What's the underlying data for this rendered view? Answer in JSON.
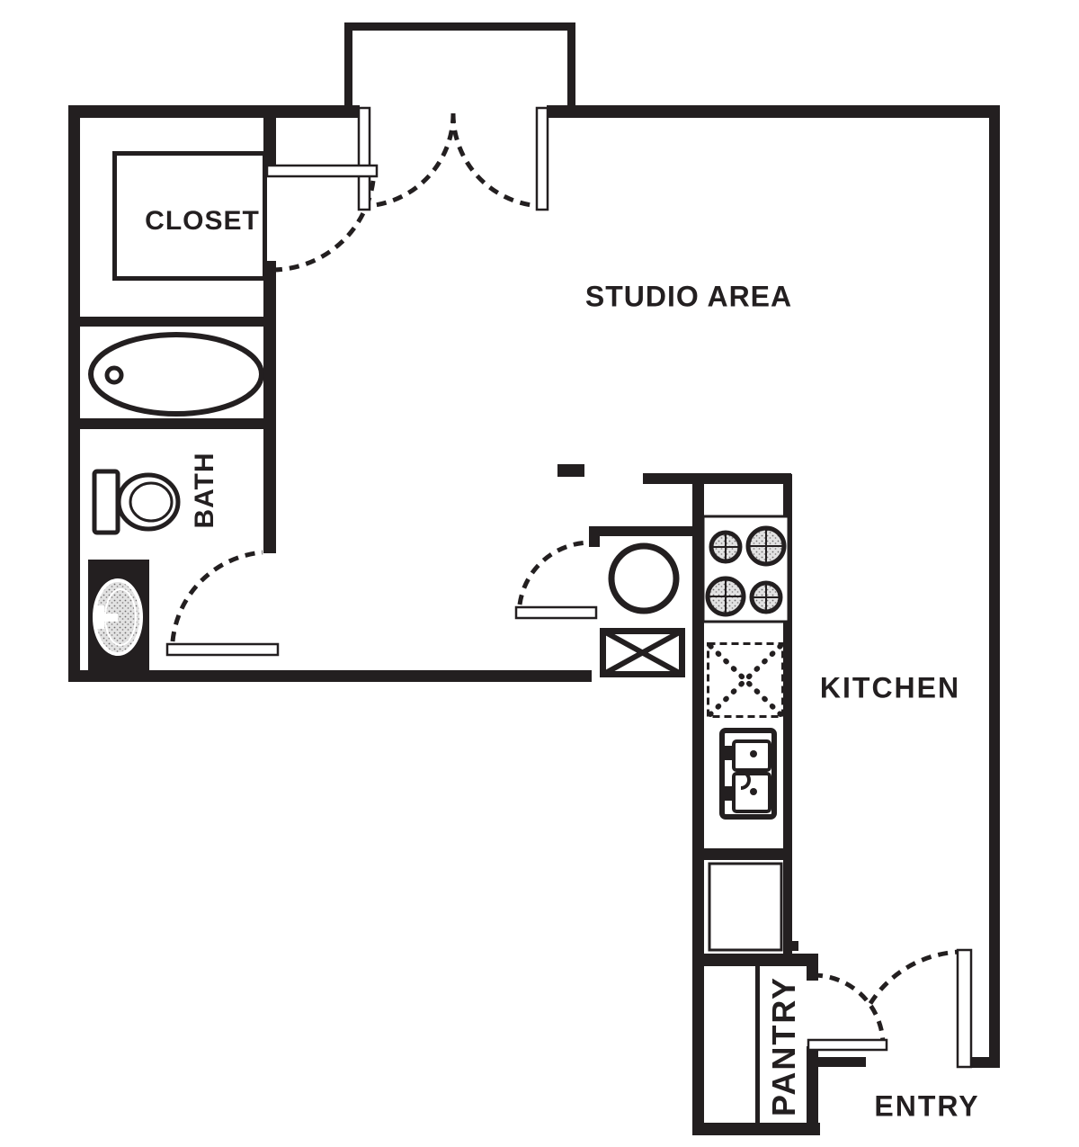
{
  "meta": {
    "type": "apartment-floor-plan",
    "ink_color": "#231f20",
    "background_color": "#ffffff",
    "appliance_fill": "#e2e2e2"
  },
  "rooms": {
    "closet": {
      "label": "CLOSET"
    },
    "studio": {
      "label": "STUDIO AREA"
    },
    "bath": {
      "label": "BATH"
    },
    "kitchen": {
      "label": "KITCHEN"
    },
    "pantry": {
      "label": "PANTRY"
    },
    "entry": {
      "label": "ENTRY"
    }
  },
  "fixtures": [
    "bathtub",
    "toilet",
    "vanity-sink",
    "round-kitchen-sink",
    "range-burners",
    "double-basin-sink",
    "dishwasher-space",
    "cabinet-x",
    "refrigerator-space"
  ],
  "doors": [
    "double-entry-doors-top",
    "closet-door",
    "bath-door",
    "kitchen-nook-door",
    "pantry-door",
    "entry-door"
  ]
}
